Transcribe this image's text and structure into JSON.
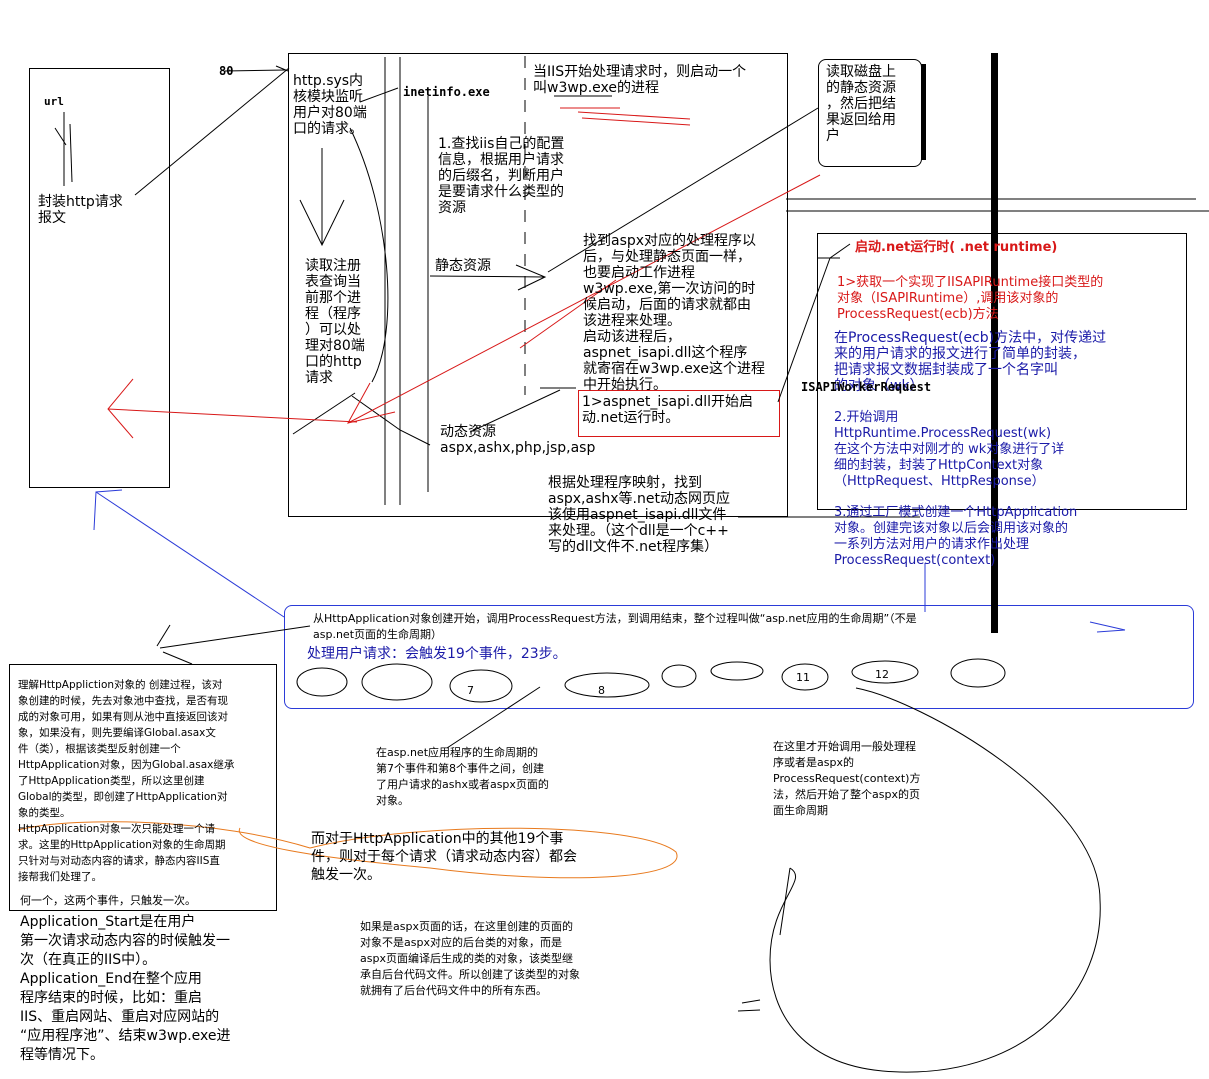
{
  "labels": {
    "port": "80",
    "url": "url",
    "wrap_request": "封装http请求\n报文",
    "http_sys": "http.sys内\n核模块监听\n用户对80端\n口的请求。",
    "inetinfo": "inetinfo.exe",
    "read_registry": "读取注册\n表查询当\n前那个进\n程（程序\n）可以处\n理对80端\n口的http\n请求",
    "iis_start": "当IIS开始处理请求时，则启动一个\n叫w3wp.exe的进程",
    "iis_config": "1.查找iis自己的配置\n信息，根据用户请求\n的后缀名，判断用户\n是要请求什么类型的\n资源",
    "static_res": "静态资源",
    "dynamic_res": "动态资源\naspx,ashx,php,jsp,asp",
    "read_disk": "读取磁盘上\n的静态资源\n，然后把结\n果返回给用\n户",
    "find_aspx": "找到aspx对应的处理程序以\n后，与处理静态页面一样，\n也要启动工作进程\nw3wp.exe,第一次访问的时\n候启动，后面的请求就都由\n该进程来处理。\n启动该进程后，\naspnet_isapi.dll这个程序\n就寄宿在w3wp.exe这个进程\n中开始执行。",
    "isapi_start": "1>aspnet_isapi.dll开始启\n动.net运行时。",
    "mapping": "根据处理程序映射，找到\naspx,ashx等.net动态网页应\n该使用aspnet_isapi.dll文件\n来处理。（这个dll是一个c++\n写的dll文件不.net程序集）",
    "runtime_title": "启动.net运行时(    .net runtime)",
    "step1": "1>获取一个实现了IISAPIRuntime接口类型的\n对象（ISAPIRuntime）,调用该对象的\nProcessRequest(ecb)方法",
    "step1_desc": "在ProcessRequest(ecb)方法中，对传递过\n来的用户请求的报文进行了简单的封装，\n把请求报文数据封装成了一个名字叫\n        的对象（wk）",
    "isapi_worker": "ISAPIWorkerRequest",
    "step2": "2.开始调用\nHttpRuntime.ProcessRequest(wk)\n在这个方法中对刚才的  wk对象进行了详\n细的封装，封装了HttpContext对象\n（HttpRequest、HttpResponse）",
    "step3": "3.通过工厂模式创建一个HttpApplication\n对象。创建完该对象以后会调用该对象的\n一系列方法对用户的请求作出处理\nProcessRequest(context)",
    "lifecycle_line": "从HttpApplication对象创建开始，调用ProcessRequest方法，到调用结束，整个过程叫做“asp.net应用的生命周期”（不是\nasp.net页面的生命周期）",
    "events_line": "处理用户请求：会触发19个事件，23步。",
    "ev7": "7",
    "ev8": "8",
    "ev11": "11",
    "ev12": "12",
    "httpapp_note": "理解HttpAppliction对象的 创建过程，该对\n象创建的时候，先去对象池中查找，是否有现\n成的对象可用，如果有则从池中直接返回该对\n象，如果没有，则先要编译Global.asax文\n件（类），根据该类型反射创建一个\nHttpApplication对象，因为Global.asax继承\n了HttpApplication类型，所以这里创建\nGlobal的类型，即创建了HttpApplication对\n象的类型。\nHttpApplication对象一次只能处理一个请\n求。这里的HttpApplication对象的生命周期\n只针对与对动态内容的请求，静态内容IIS直\n接帮我们处理了。",
    "two_events": "何一个，这两个事件，只触发一次。",
    "app_start_end": "Application_Start是在用户\n第一次请求动态内容的时候触发一\n次（在真正的IIS中）。\nApplication_End在整个应用\n程序结束的时候，比如：重启\nIIS、重启网站、重启对应网站的\n“应用程序池”、结束w3wp.exe进\n程等情况下。",
    "event78": "在asp.net应用程序的生命周期的\n第7个事件和第8个事件之间，创建\n了用户请求的ashx或者aspx页面的\n对象。",
    "other19": "而对于HttpApplication中的其他19个事\n件，则对于每个请求（请求动态内容）都会\n触发一次。",
    "aspx_page": "如果是aspx页面的话，在这里创建的页面的\n对象不是aspx对应的后台类的对象，而是\naspx页面编译后生成的类的对象，该类型继\n承自后台代码文件。所以创建了该类型的对象\n就拥有了后台代码文件中的所有东西。",
    "page_lifecycle": "在这里才开始调用一般处理程\n序或者是aspx的\nProcessRequest(context)方\n法，然后开始了整个aspx的页\n面生命周期"
  }
}
